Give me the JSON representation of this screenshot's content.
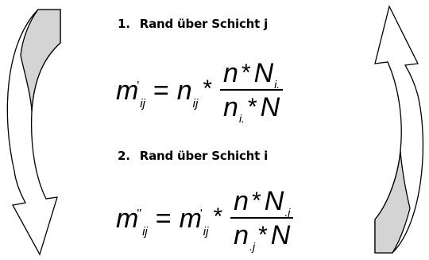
{
  "step1": {
    "number": "1.",
    "heading": "Rand über Schicht j"
  },
  "step2": {
    "number": "2.",
    "heading": "Rand über Schicht i"
  },
  "formula1": {
    "lhs_symbol": "m",
    "lhs_sub": "ij",
    "lhs_sup": "'",
    "equals": "=",
    "factor_symbol": "n",
    "factor_sub": "ij",
    "times": "*",
    "numerator_a": "n",
    "numerator_b": "N",
    "numerator_b_sub": "i.",
    "denominator_a": "n",
    "denominator_a_sub": "i.",
    "denominator_b": "N"
  },
  "formula2": {
    "lhs_symbol": "m",
    "lhs_sub": "ij",
    "lhs_sup": "''",
    "equals": "=",
    "factor_symbol": "m",
    "factor_sub": "ij",
    "factor_sup": "'",
    "times": "*",
    "numerator_a": "n",
    "numerator_b": "N",
    "numerator_b_sub": ".j",
    "denominator_a": "n",
    "denominator_a_sub": ".j",
    "denominator_b": "N"
  },
  "colors": {
    "arrow_fill": "#d4d4d4",
    "arrow_stroke": "#000000"
  },
  "icons": {
    "left": "curved-arrow-down-icon",
    "right": "curved-arrow-up-icon"
  }
}
